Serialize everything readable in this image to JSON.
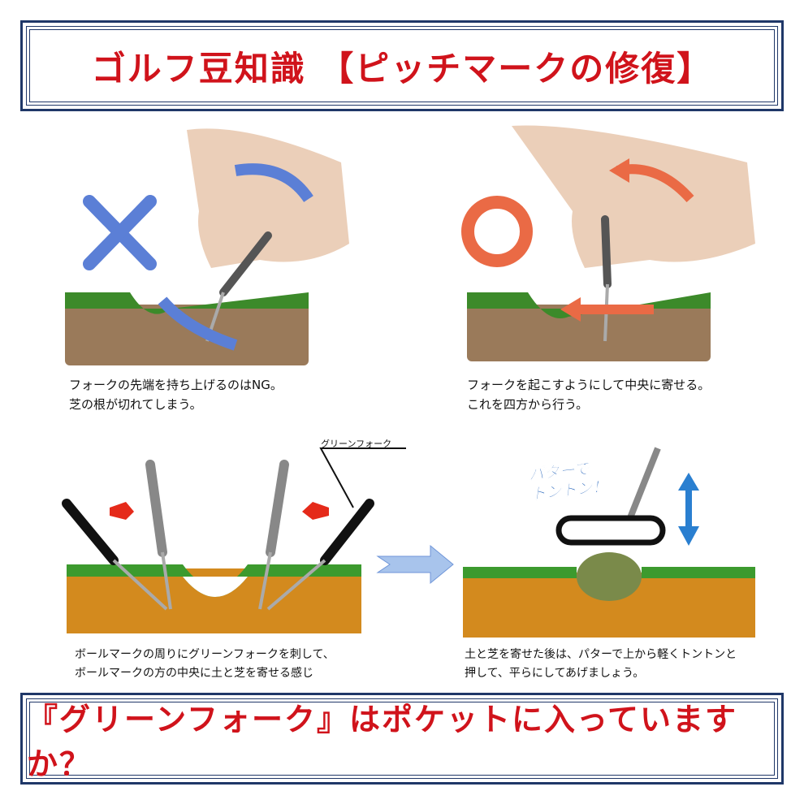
{
  "header": {
    "title": "ゴルフ豆知識 【ピッチマークの修復】"
  },
  "panels": [
    {
      "mark": "ng-cross",
      "caption_lines": [
        "フォークの先端を持ち上げるのはNG。",
        "芝の根が切れてしまう。"
      ]
    },
    {
      "mark": "ok-circle",
      "caption_lines": [
        "フォークを起こすようにして中央に寄せる。",
        "これを四方から行う。"
      ]
    },
    {
      "label": "グリーンフォーク",
      "caption_lines": [
        "ボールマークの周りにグリーンフォークを刺して、",
        "ボールマークの方の中央に土と芝を寄せる感じ"
      ]
    },
    {
      "callout_lines": [
        "パターで",
        "トントン！"
      ],
      "caption_lines": [
        "土と芝を寄せた後は、パターで上から軽くトントンと",
        "押して、平らにしてあげましょう。"
      ]
    }
  ],
  "footer": {
    "question": "『グリーンフォーク』はポケットに入っていますか？"
  },
  "colors": {
    "title_red": "#d0131b",
    "frame_navy": "#1f3768",
    "ng_blue": "#5b7fd6",
    "ok_orange": "#ea6a45",
    "grass": "#3c9a2e",
    "soil": "#c8821c"
  }
}
